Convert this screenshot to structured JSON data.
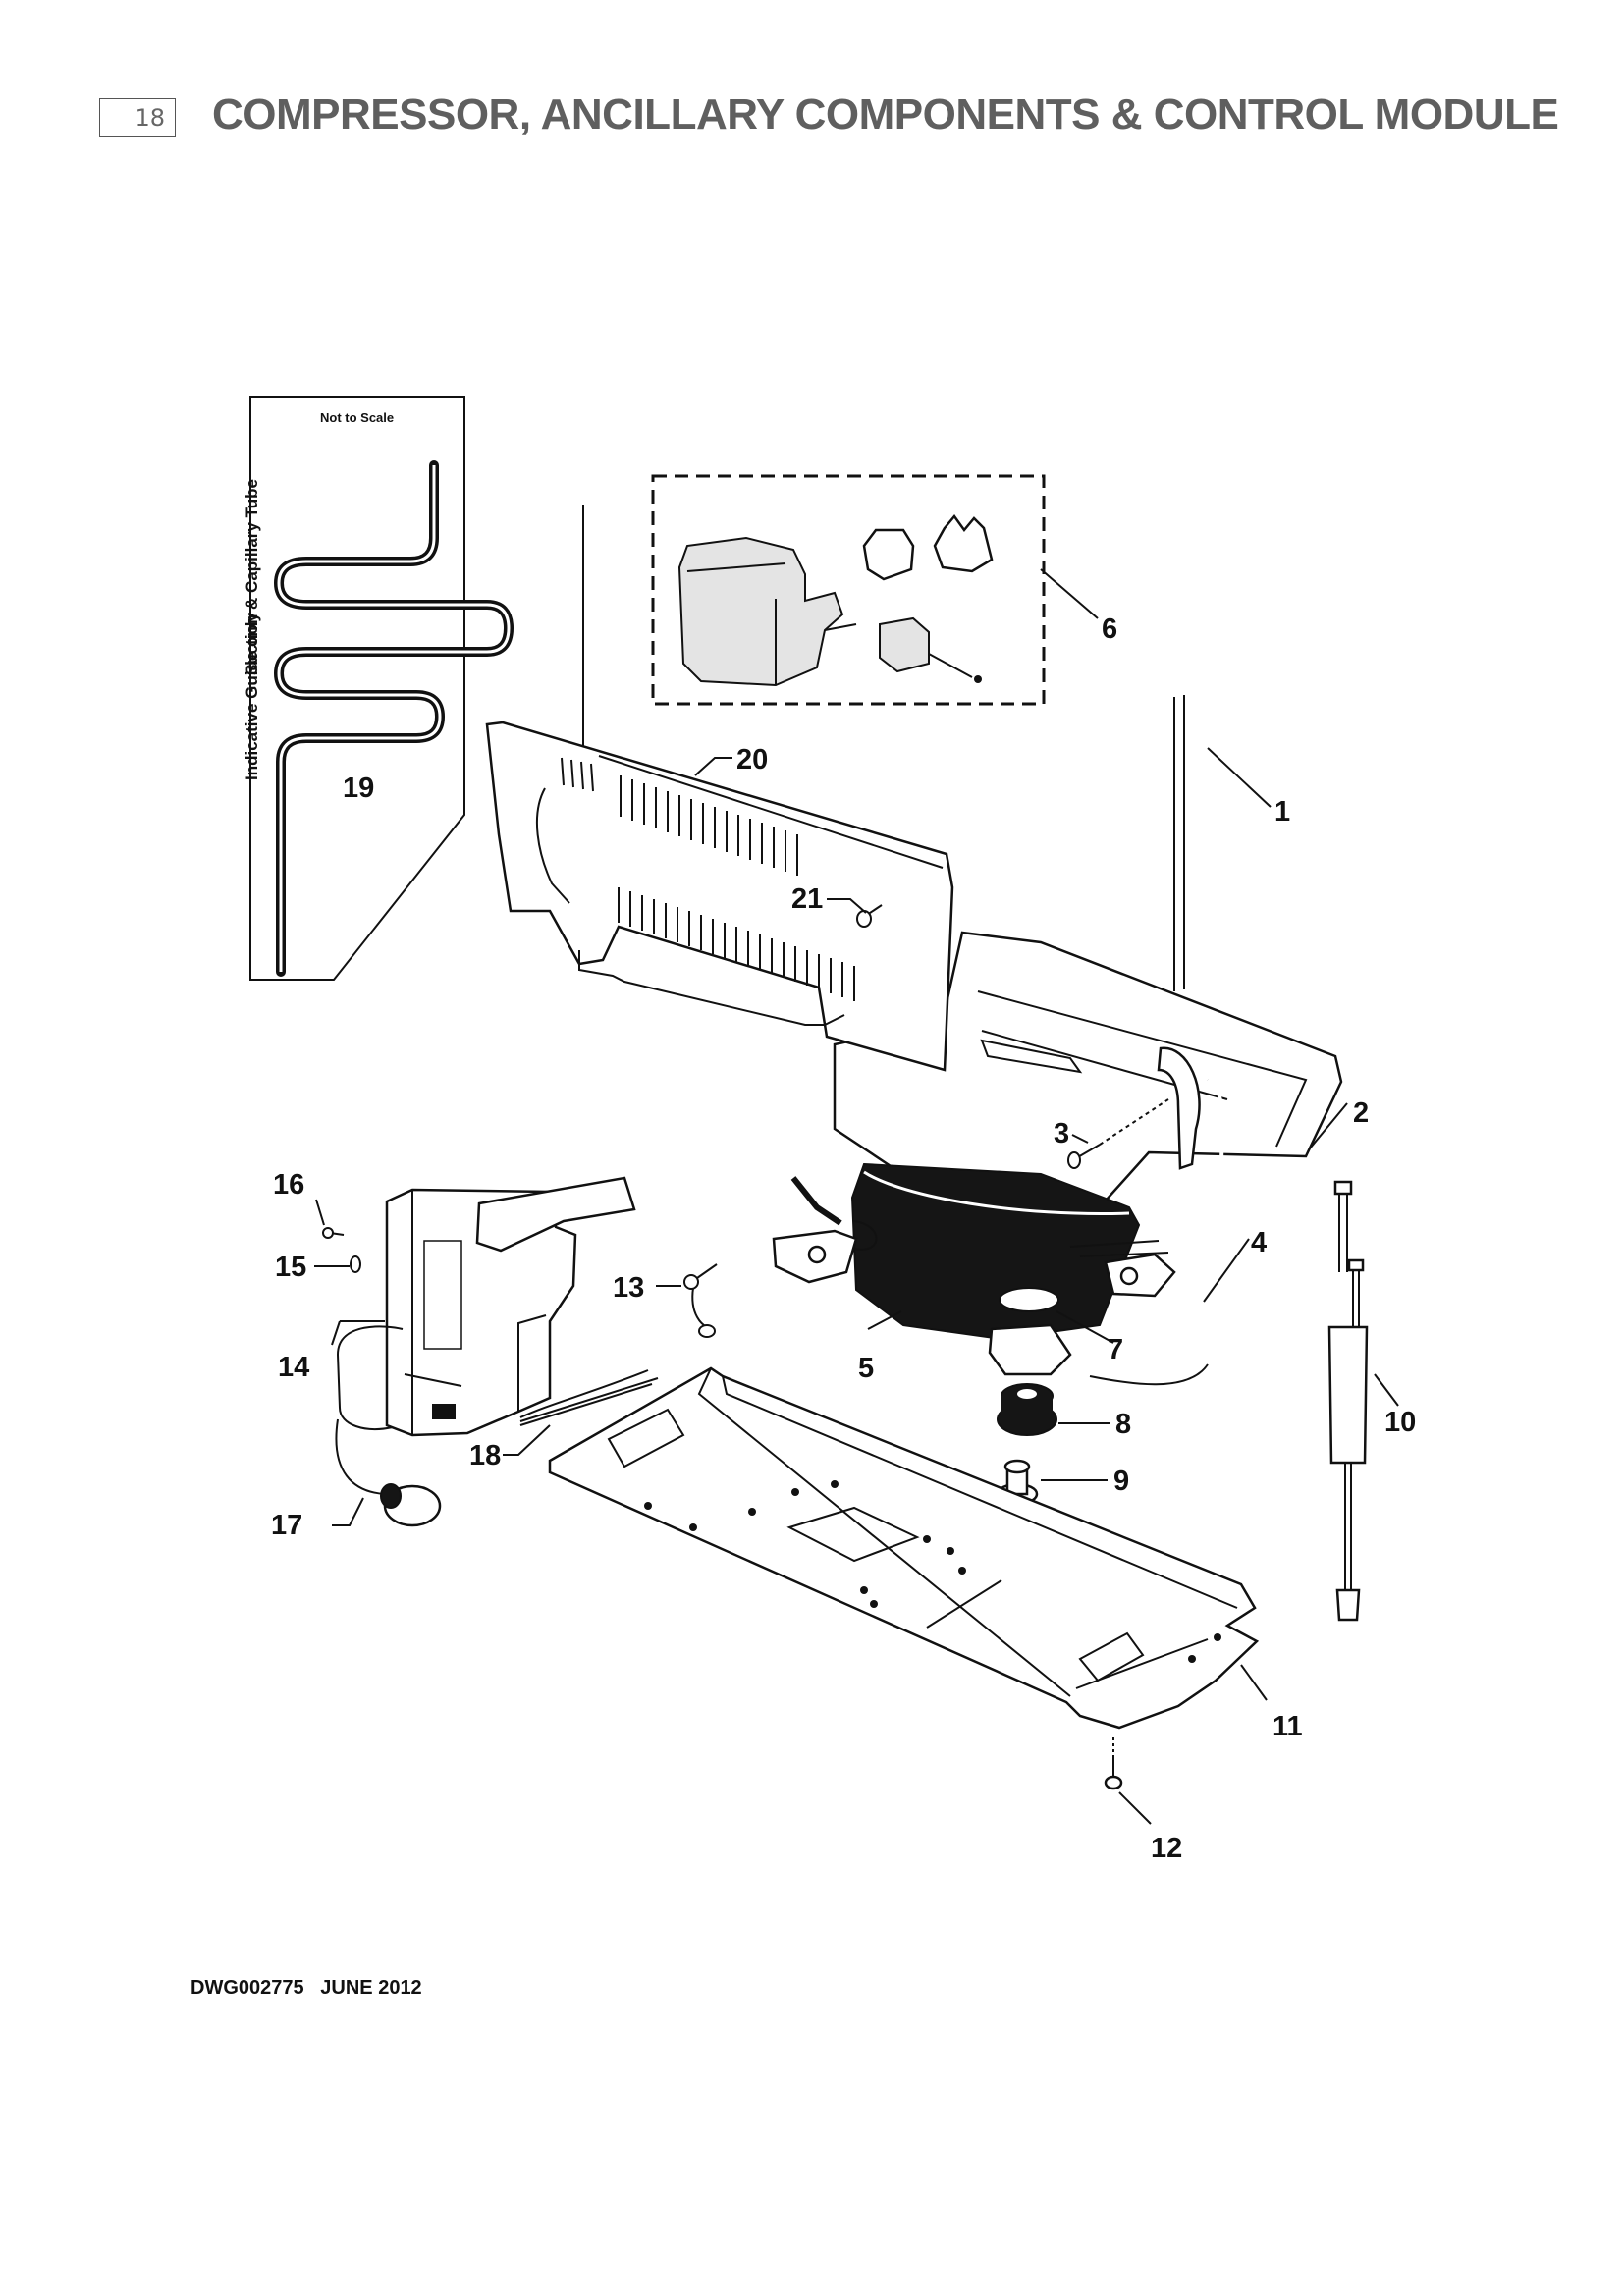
{
  "header": {
    "page_number": "18",
    "title": "COMPRESSOR, ANCILLARY COMPONENTS & CONTROL MODULE"
  },
  "inset": {
    "scale_note": "Not to Scale",
    "vertical_text_top": "Suction & Capillary Tube",
    "vertical_text_bottom": "Indicative Guide only",
    "label": "19"
  },
  "callouts": {
    "c1": "1",
    "c2": "2",
    "c3": "3",
    "c4": "4",
    "c5": "5",
    "c6": "6",
    "c7": "7",
    "c8": "8",
    "c9": "9",
    "c10": "10",
    "c11": "11",
    "c12": "12",
    "c13": "13",
    "c14": "14",
    "c15": "15",
    "c16": "16",
    "c17": "17",
    "c18": "18",
    "c20": "20",
    "c21": "21"
  },
  "footer": {
    "drawing_ref": "DWG002775   JUNE 2012"
  }
}
